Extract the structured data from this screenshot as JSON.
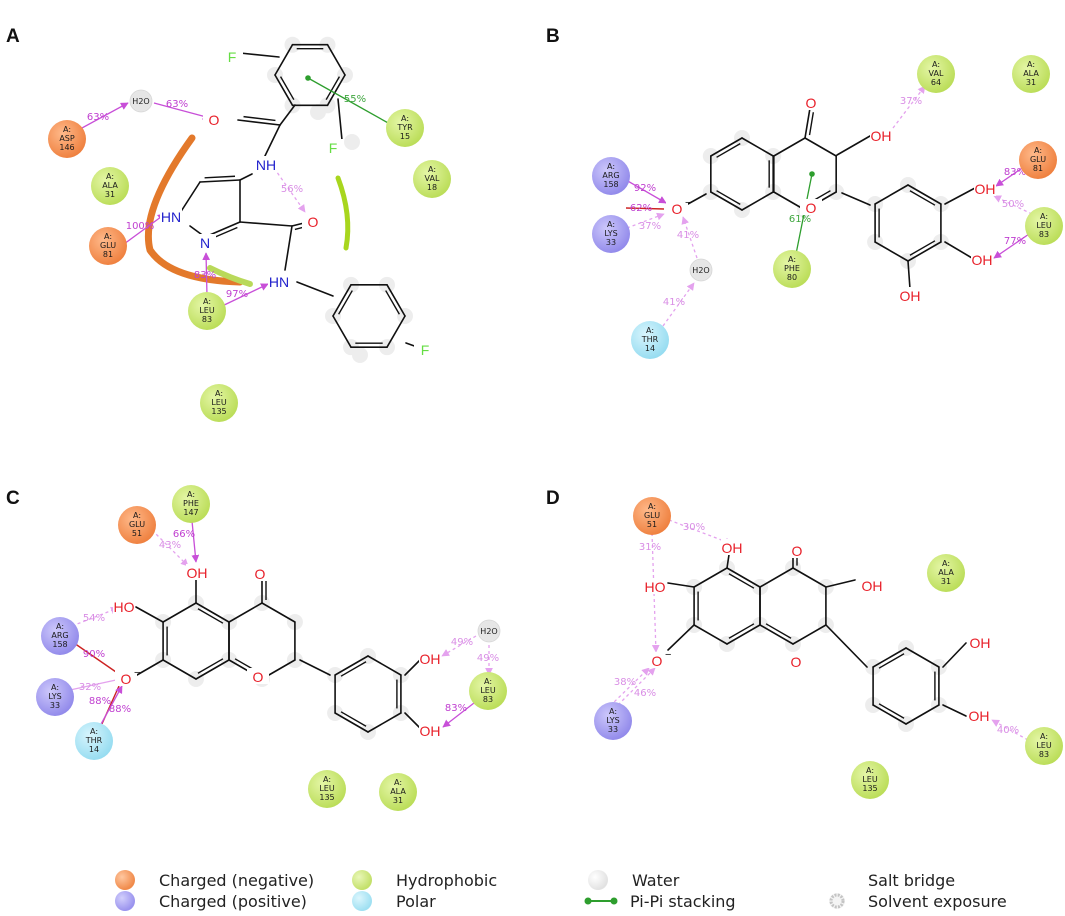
{
  "panels": [
    {
      "label": "A"
    },
    {
      "label": "B"
    },
    {
      "label": "C"
    },
    {
      "label": "D"
    }
  ],
  "legend": {
    "items": [
      {
        "label": "Charged (negative)",
        "color": "#f08a4a"
      },
      {
        "label": "Charged (positive)",
        "color": "#9a93ee"
      },
      {
        "label": "Hydrophobic",
        "color": "#c3e06a"
      },
      {
        "label": "Polar",
        "color": "#9fe0f2"
      },
      {
        "label": "Water",
        "color": "#e6e6e6"
      },
      {
        "label": "Pi-Pi stacking",
        "color": "#33aa33"
      },
      {
        "label": "Salt bridge",
        "color": "#cc2222"
      },
      {
        "label": "Solvent exposure",
        "color": "#cccccc"
      }
    ]
  },
  "colors": {
    "charged_negative": "#f08a4a",
    "charged_positive": "#9a93ee",
    "hydrophobic": "#c3e06a",
    "polar": "#9fe0f2",
    "water": "#e6e6e6",
    "hbond": "#c84fd8",
    "pipi": "#2e9e2e",
    "salt_bridge": "#cc2222",
    "oxygen": "#e8202a",
    "nitrogen": "#2222cc",
    "fluorine": "#66dd44"
  },
  "diagram": {
    "residues": [
      {
        "id": "A-ASP146",
        "chain": "A:",
        "name": "ASP",
        "num": "146",
        "kind": "charged_negative"
      },
      {
        "id": "A-ALA31",
        "chain": "A:",
        "name": "ALA",
        "num": "31",
        "kind": "hydrophobic"
      },
      {
        "id": "A-GLU81",
        "chain": "A:",
        "name": "GLU",
        "num": "81",
        "kind": "charged_negative"
      },
      {
        "id": "A-LEU83",
        "chain": "A:",
        "name": "LEU",
        "num": "83",
        "kind": "hydrophobic"
      },
      {
        "id": "A-LEU135",
        "chain": "A:",
        "name": "LEU",
        "num": "135",
        "kind": "hydrophobic"
      },
      {
        "id": "A-TYR15",
        "chain": "A:",
        "name": "TYR",
        "num": "15",
        "kind": "hydrophobic"
      },
      {
        "id": "A-VAL18",
        "chain": "A:",
        "name": "VAL",
        "num": "18",
        "kind": "hydrophobic"
      },
      {
        "id": "B-ARG158",
        "chain": "A:",
        "name": "ARG",
        "num": "158",
        "kind": "charged_positive"
      },
      {
        "id": "B-LYS33",
        "chain": "A:",
        "name": "LYS",
        "num": "33",
        "kind": "charged_positive"
      },
      {
        "id": "B-THR14",
        "chain": "A:",
        "name": "THR",
        "num": "14",
        "kind": "polar"
      },
      {
        "id": "B-PHE80",
        "chain": "A:",
        "name": "PHE",
        "num": "80",
        "kind": "hydrophobic"
      },
      {
        "id": "B-VAL64",
        "chain": "A:",
        "name": "VAL",
        "num": "64",
        "kind": "hydrophobic"
      },
      {
        "id": "B-ALA31",
        "chain": "A:",
        "name": "ALA",
        "num": "31",
        "kind": "hydrophobic"
      },
      {
        "id": "B-GLU81",
        "chain": "A:",
        "name": "GLU",
        "num": "81",
        "kind": "charged_negative"
      },
      {
        "id": "B-LEU83",
        "chain": "A:",
        "name": "LEU",
        "num": "83",
        "kind": "hydrophobic"
      },
      {
        "id": "C-GLU51",
        "chain": "A:",
        "name": "GLU",
        "num": "51",
        "kind": "charged_negative"
      },
      {
        "id": "C-PHE147",
        "chain": "A:",
        "name": "PHE",
        "num": "147",
        "kind": "hydrophobic"
      },
      {
        "id": "C-ARG158",
        "chain": "A:",
        "name": "ARG",
        "num": "158",
        "kind": "charged_positive"
      },
      {
        "id": "C-LYS33",
        "chain": "A:",
        "name": "LYS",
        "num": "33",
        "kind": "charged_positive"
      },
      {
        "id": "C-THR14",
        "chain": "A:",
        "name": "THR",
        "num": "14",
        "kind": "polar"
      },
      {
        "id": "C-LEU83",
        "chain": "A:",
        "name": "LEU",
        "num": "83",
        "kind": "hydrophobic"
      },
      {
        "id": "C-LEU135",
        "chain": "A:",
        "name": "LEU",
        "num": "135",
        "kind": "hydrophobic"
      },
      {
        "id": "C-ALA31",
        "chain": "A:",
        "name": "ALA",
        "num": "31",
        "kind": "hydrophobic"
      },
      {
        "id": "D-GLU51",
        "chain": "A:",
        "name": "GLU",
        "num": "51",
        "kind": "charged_negative"
      },
      {
        "id": "D-ALA31",
        "chain": "A:",
        "name": "ALA",
        "num": "31",
        "kind": "hydrophobic"
      },
      {
        "id": "D-LYS33",
        "chain": "A:",
        "name": "LYS",
        "num": "33",
        "kind": "charged_positive"
      },
      {
        "id": "D-LEU83",
        "chain": "A:",
        "name": "LEU",
        "num": "83",
        "kind": "hydrophobic"
      },
      {
        "id": "D-LEU135",
        "chain": "A:",
        "name": "LEU",
        "num": "135",
        "kind": "hydrophobic"
      }
    ],
    "waters": [
      {
        "id": "A-W1",
        "label": "H2O"
      },
      {
        "id": "B-W1",
        "label": "H2O"
      },
      {
        "id": "C-W1",
        "label": "H2O"
      }
    ],
    "atom_labels": [
      {
        "id": "A-F1",
        "text": "F",
        "el": "F"
      },
      {
        "id": "A-F2",
        "text": "F",
        "el": "F"
      },
      {
        "id": "A-F3",
        "text": "F",
        "el": "F"
      },
      {
        "id": "A-O1",
        "text": "O",
        "el": "O"
      },
      {
        "id": "A-O2",
        "text": "O",
        "el": "O"
      },
      {
        "id": "A-NH1",
        "text": "NH",
        "el": "N"
      },
      {
        "id": "A-HN",
        "text": "HN",
        "el": "N"
      },
      {
        "id": "A-N",
        "text": "N",
        "el": "N"
      },
      {
        "id": "A-HN2",
        "text": "HN",
        "el": "N"
      },
      {
        "id": "B-O4",
        "text": "O",
        "el": "O"
      },
      {
        "id": "B-OH3",
        "text": "OH",
        "el": "O"
      },
      {
        "id": "B-O1",
        "text": "O",
        "el": "O"
      },
      {
        "id": "B-Om",
        "text": "O",
        "el": "O",
        "charge": "−"
      },
      {
        "id": "B-OHa",
        "text": "OH",
        "el": "O"
      },
      {
        "id": "B-OHb",
        "text": "OH",
        "el": "O"
      },
      {
        "id": "B-OHc",
        "text": "OH",
        "el": "O"
      },
      {
        "id": "C-O4",
        "text": "O",
        "el": "O"
      },
      {
        "id": "C-OH5",
        "text": "OH",
        "el": "O"
      },
      {
        "id": "C-HO6",
        "text": "HO",
        "el": "O"
      },
      {
        "id": "C-Om",
        "text": "O",
        "el": "O",
        "charge": "−"
      },
      {
        "id": "C-O1",
        "text": "O",
        "el": "O"
      },
      {
        "id": "C-OHa",
        "text": "OH",
        "el": "O"
      },
      {
        "id": "C-OHb",
        "text": "OH",
        "el": "O"
      },
      {
        "id": "D-O4",
        "text": "O",
        "el": "O"
      },
      {
        "id": "D-OH5",
        "text": "OH",
        "el": "O"
      },
      {
        "id": "D-HO6",
        "text": "HO",
        "el": "O"
      },
      {
        "id": "D-OH3",
        "text": "OH",
        "el": "O"
      },
      {
        "id": "D-Om",
        "text": "O",
        "el": "O",
        "charge": "−"
      },
      {
        "id": "D-O1",
        "text": "O",
        "el": "O"
      },
      {
        "id": "D-OHa",
        "text": "OH",
        "el": "O"
      },
      {
        "id": "D-OHb",
        "text": "OH",
        "el": "O"
      }
    ],
    "interactions": [
      {
        "id": "A-i1",
        "kind": "hbond",
        "pct": "63%"
      },
      {
        "id": "A-i2",
        "kind": "hbond",
        "pct": "63%"
      },
      {
        "id": "A-i3",
        "kind": "pipi",
        "pct": "55%"
      },
      {
        "id": "A-i4",
        "kind": "hbond",
        "pct": "56%",
        "faint": true
      },
      {
        "id": "A-i5",
        "kind": "hbond",
        "pct": "100%"
      },
      {
        "id": "A-i6",
        "kind": "hbond",
        "pct": "83%"
      },
      {
        "id": "A-i7",
        "kind": "hbond",
        "pct": "97%"
      },
      {
        "id": "B-i1",
        "kind": "hbond",
        "pct": "37%",
        "faint": true
      },
      {
        "id": "B-i2",
        "kind": "hbond",
        "pct": "92%"
      },
      {
        "id": "B-i3",
        "kind": "salt",
        "pct": "62%"
      },
      {
        "id": "B-i4",
        "kind": "hbond",
        "pct": "37%",
        "faint": true
      },
      {
        "id": "B-i5",
        "kind": "hbond",
        "pct": "41%",
        "faint": true
      },
      {
        "id": "B-i6",
        "kind": "hbond",
        "pct": "41%",
        "faint": true
      },
      {
        "id": "B-i7",
        "kind": "pipi",
        "pct": "61%"
      },
      {
        "id": "B-i8",
        "kind": "hbond",
        "pct": "83%"
      },
      {
        "id": "B-i9",
        "kind": "hbond",
        "pct": "50%",
        "faint": true
      },
      {
        "id": "B-i10",
        "kind": "hbond",
        "pct": "77%"
      },
      {
        "id": "C-i1",
        "kind": "hbond",
        "pct": "43%",
        "faint": true
      },
      {
        "id": "C-i2",
        "kind": "hbond",
        "pct": "66%"
      },
      {
        "id": "C-i3",
        "kind": "hbond",
        "pct": "54%",
        "faint": true
      },
      {
        "id": "C-i4",
        "kind": "salt",
        "pct": "90%"
      },
      {
        "id": "C-i5",
        "kind": "salt",
        "pct": "32%",
        "faint": true
      },
      {
        "id": "C-i6",
        "kind": "salt",
        "pct": "88%"
      },
      {
        "id": "C-i7",
        "kind": "hbond",
        "pct": "88%"
      },
      {
        "id": "C-i8",
        "kind": "hbond",
        "pct": "49%",
        "faint": true
      },
      {
        "id": "C-i9",
        "kind": "hbond",
        "pct": "49%",
        "faint": true
      },
      {
        "id": "C-i10",
        "kind": "hbond",
        "pct": "83%"
      },
      {
        "id": "D-i1",
        "kind": "hbond",
        "pct": "30%",
        "faint": true
      },
      {
        "id": "D-i2",
        "kind": "hbond",
        "pct": "31%",
        "faint": true
      },
      {
        "id": "D-i3",
        "kind": "hbond",
        "pct": "38%",
        "faint": true
      },
      {
        "id": "D-i4",
        "kind": "hbond",
        "pct": "46%",
        "faint": true
      },
      {
        "id": "D-i5",
        "kind": "hbond",
        "pct": "40%",
        "faint": true
      }
    ]
  }
}
